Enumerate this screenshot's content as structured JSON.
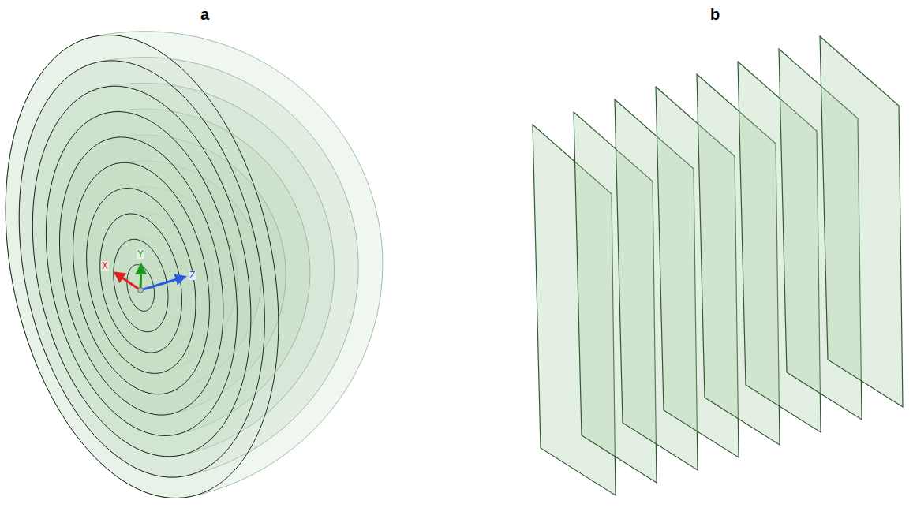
{
  "diagram": {
    "labels": [
      "a",
      "b",
      "X",
      "Y",
      "Z"
    ]
  }
}
